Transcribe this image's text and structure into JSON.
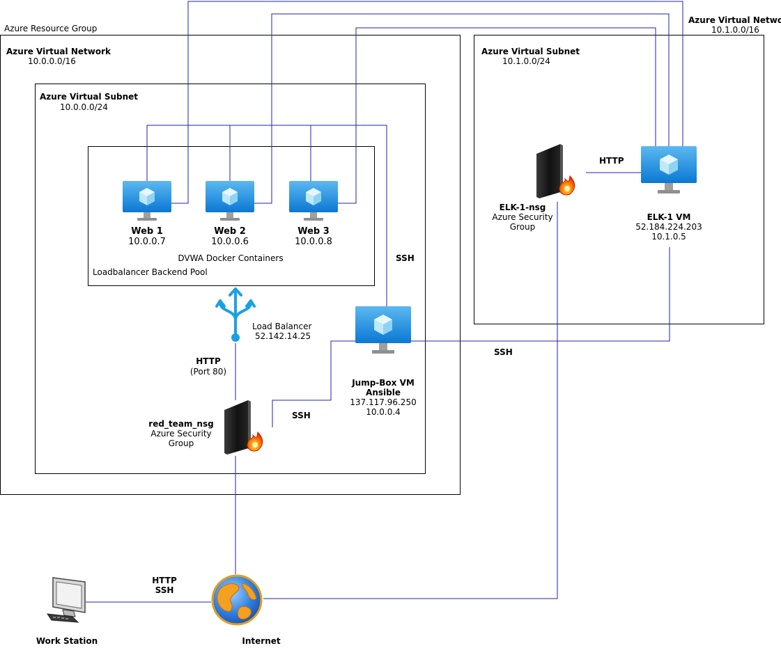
{
  "resource_group": {
    "title": "Azure Resource Group"
  },
  "vnet1": {
    "title": "Azure Virtual Network",
    "cidr": "10.0.0.0/16"
  },
  "subnet1": {
    "title": "Azure Virtual Subnet",
    "cidr": "10.0.0.0/24"
  },
  "pool": {
    "title": "Loadbalancer Backend Pool",
    "containers": "DVWA Docker Containers"
  },
  "vnet2": {
    "title": "Azure Virtual Network",
    "cidr": "10.1.0.0/16"
  },
  "subnet2": {
    "title": "Azure Virtual Subnet",
    "cidr": "10.1.0.0/24"
  },
  "web_vms": [
    {
      "name": "Web 1",
      "ip": "10.0.0.7"
    },
    {
      "name": "Web 2",
      "ip": "10.0.0.6"
    },
    {
      "name": "Web 3",
      "ip": "10.0.0.8"
    }
  ],
  "load_balancer": {
    "name": "Load Balancer",
    "ip": "52.142.14.25"
  },
  "jumpbox": {
    "name": "Jump-Box VM",
    "role": "Ansible",
    "public_ip": "137.117.96.250",
    "private_ip": "10.0.0.4"
  },
  "red_nsg": {
    "name": "red_team_nsg",
    "type_line1": "Azure Security",
    "type_line2": "Group"
  },
  "elk_nsg": {
    "name": "ELK-1-nsg",
    "type_line1": "Azure Security",
    "type_line2": "Group"
  },
  "elk_vm": {
    "name": "ELK-1 VM",
    "public_ip": "52.184.224.203",
    "private_ip": "10.1.0.5"
  },
  "workstation": {
    "name": "Work Station"
  },
  "internet": {
    "name": "Internet"
  },
  "edges": {
    "ssh_pool": "SSH",
    "ssh_jump_nsg": "SSH",
    "ssh_jump_elk": "SSH",
    "http_elk": "HTTP",
    "http_lb": "HTTP",
    "http_lb_port": "(Port 80)",
    "ws_http": "HTTP",
    "ws_ssh": "SSH"
  },
  "colors": {
    "wire": "#1f1fb0",
    "vm_top": "#5cb8f0",
    "vm_bottom": "#0b78d4",
    "stand": "#9a9a9a",
    "lb": "#1ba1e2"
  }
}
